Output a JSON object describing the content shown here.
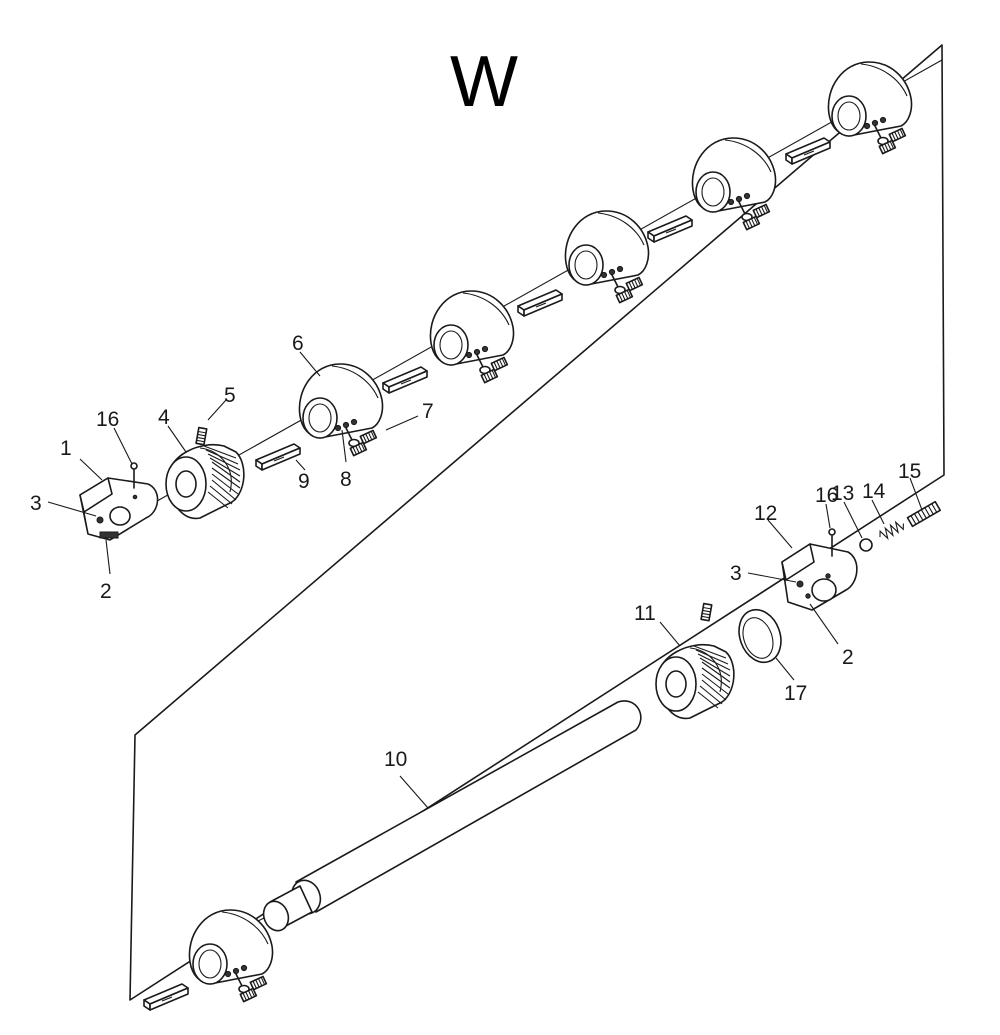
{
  "diagram": {
    "title": "W",
    "labels": {
      "l1": "1",
      "l2a": "2",
      "l2b": "2",
      "l3a": "3",
      "l3b": "3",
      "l4": "4",
      "l5": "5",
      "l6": "6",
      "l7": "7",
      "l8": "8",
      "l9": "9",
      "l10": "10",
      "l11": "11",
      "l12": "12",
      "l13": "13",
      "l14": "14",
      "l15": "15",
      "l16a": "16",
      "l16b": "16",
      "l17": "17"
    }
  }
}
